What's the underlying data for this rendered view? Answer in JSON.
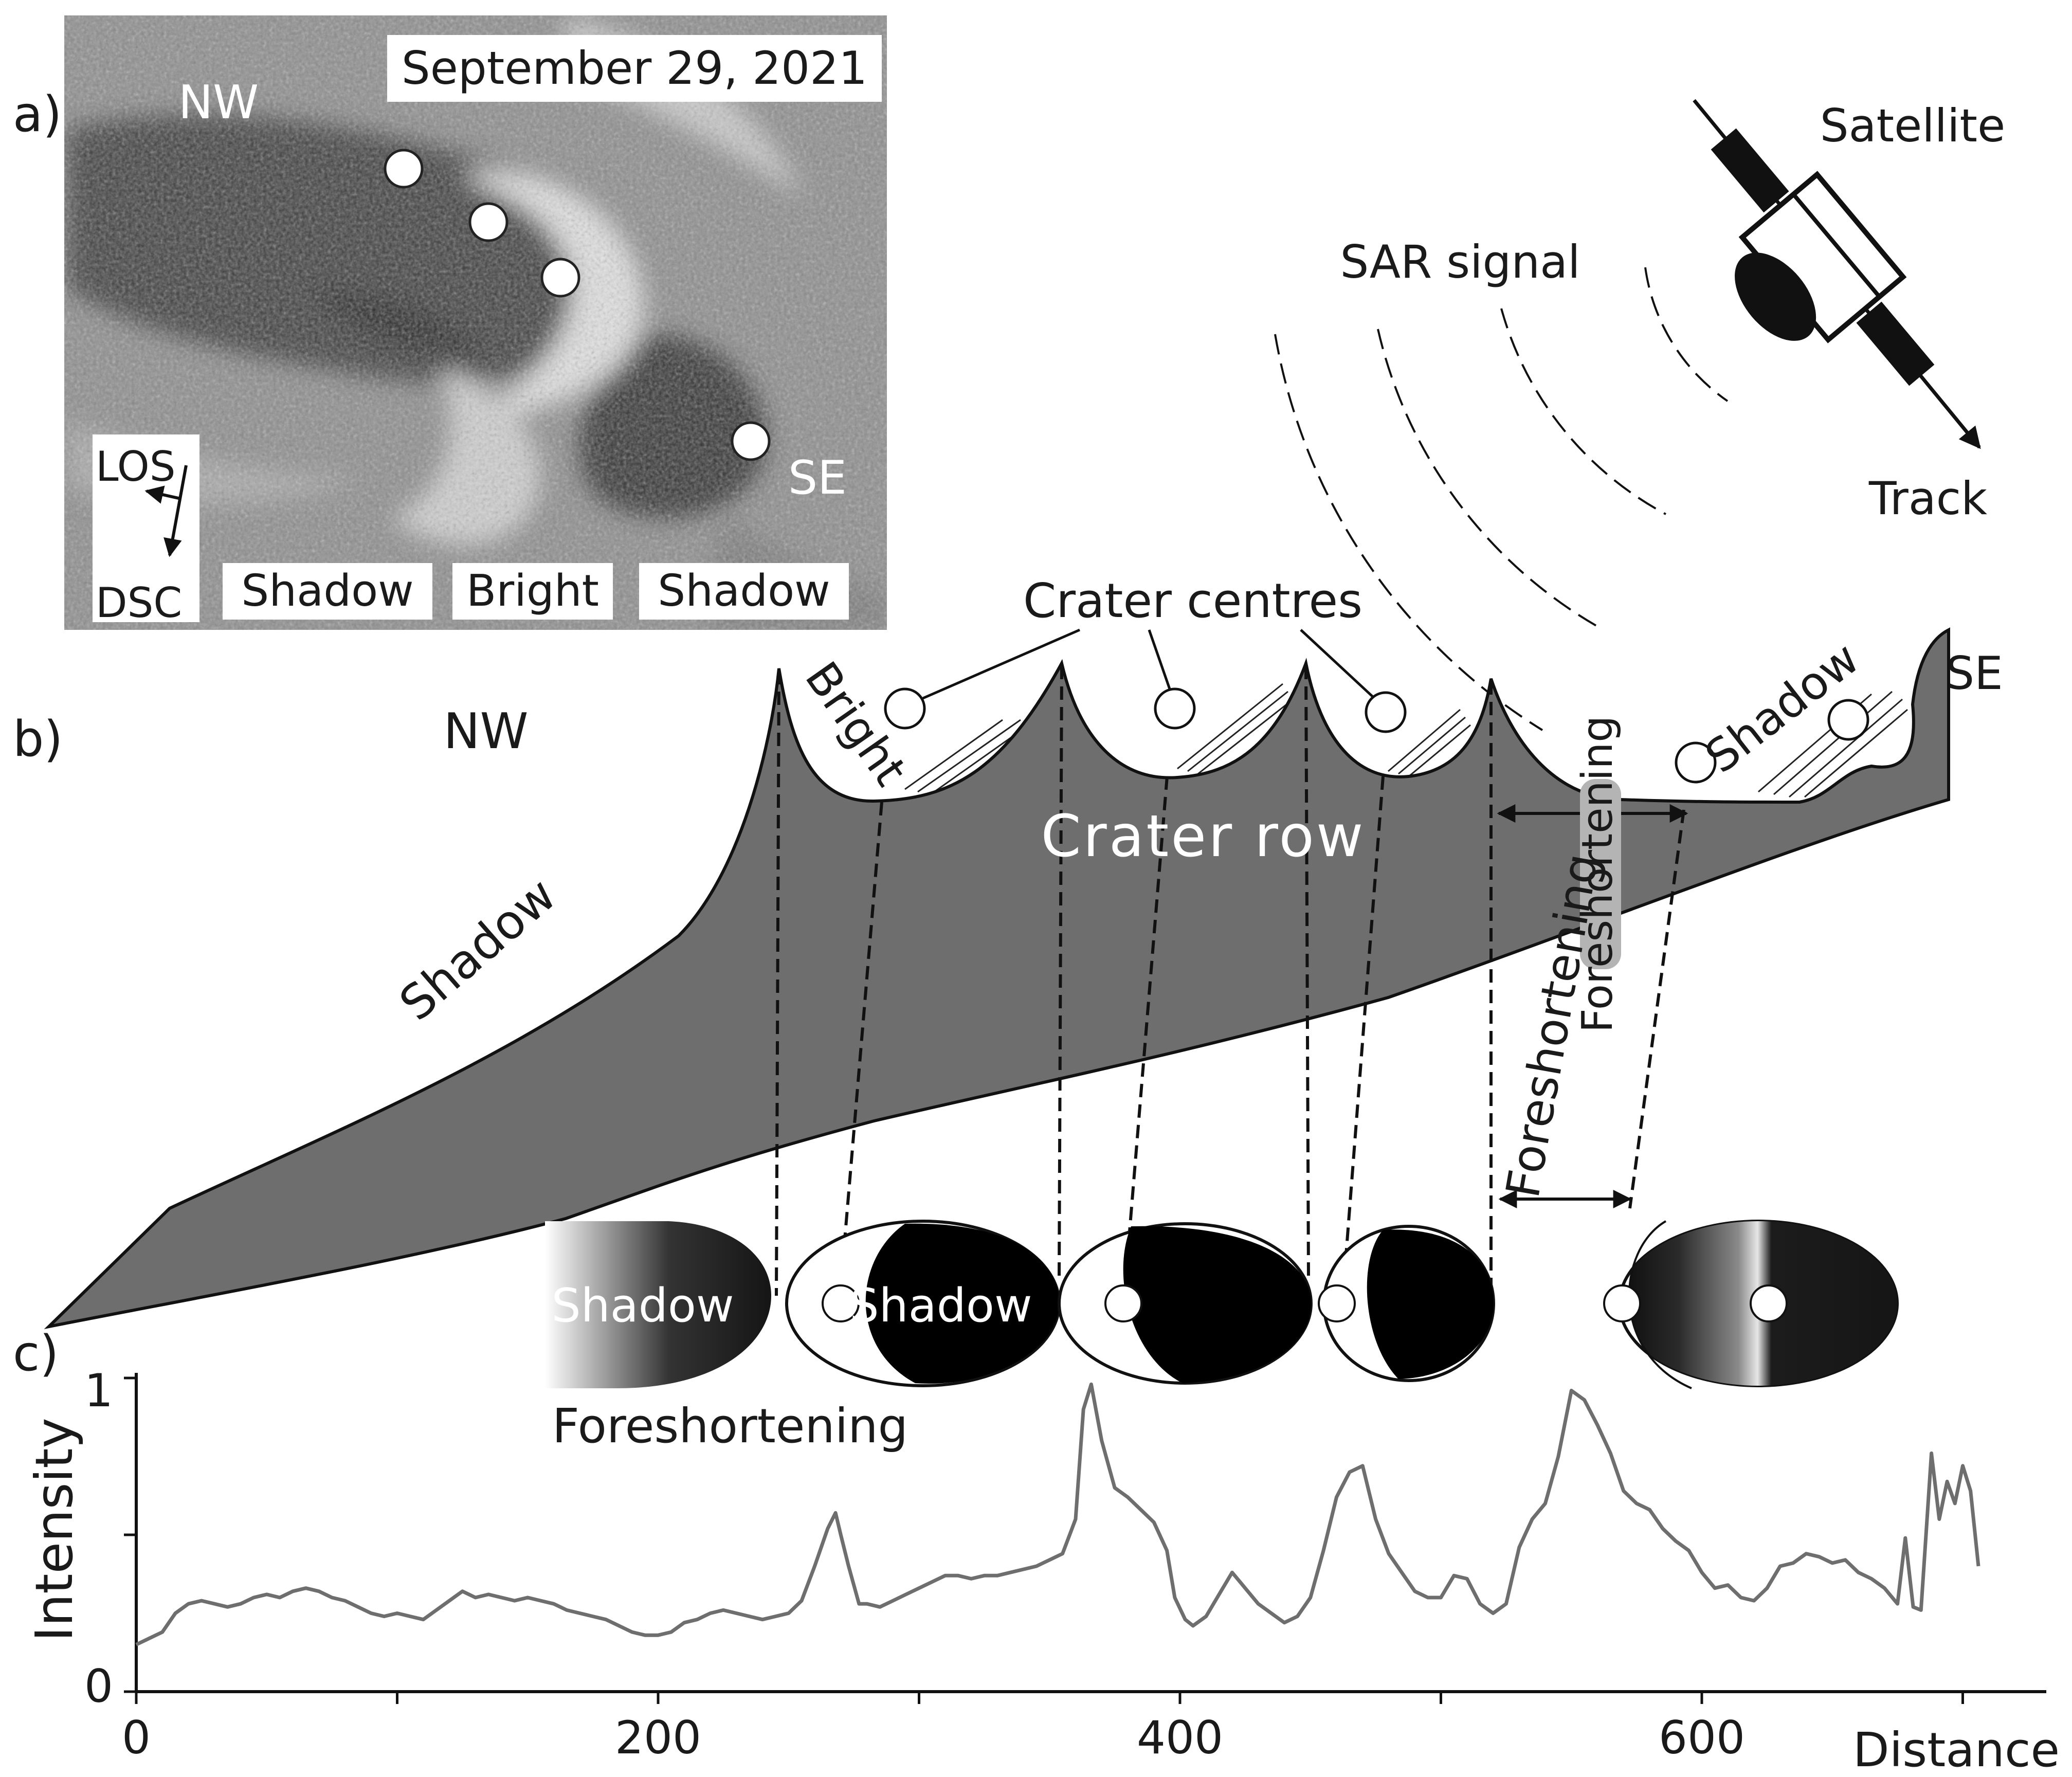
{
  "panel_a": {
    "label": "a)",
    "date": "September 29, 2021",
    "nw": "NW",
    "se": "SE",
    "los": "LOS",
    "dsc": "DSC",
    "strip": [
      "Shadow",
      "Bright",
      "Shadow"
    ]
  },
  "satellite": {
    "label": "Satellite",
    "signal": "SAR signal",
    "track": "Track"
  },
  "panel_b": {
    "label": "b)",
    "nw": "NW",
    "se": "SE",
    "crater_centres": "Crater centres",
    "crater_row": "Crater row",
    "shadow_slope": "Shadow",
    "bright": "Bright",
    "shadow_right": "Shadow",
    "foreshortening_upper": "Foreshortening",
    "foreshortening_lower": "Foreshortening",
    "ellipse_shadow_1": "Shadow",
    "ellipse_shadow_2": "Shadow",
    "foreshortening_bottom": "Foreshortening"
  },
  "panel_c": {
    "label": "c)",
    "ylabel": "Intensity",
    "xlabel": "Distance"
  },
  "chart_data": {
    "type": "line",
    "xlim": [
      0,
      700
    ],
    "ylim": [
      0,
      1
    ],
    "x_ticks": [
      0,
      200,
      400,
      600
    ],
    "y_ticks": [
      0,
      1
    ],
    "xlabel": "Distance",
    "ylabel": "Intensity",
    "grid": false,
    "series": [
      {
        "color": "#6e6e6e",
        "points": [
          [
            0,
            0.15
          ],
          [
            5,
            0.17
          ],
          [
            10,
            0.19
          ],
          [
            15,
            0.25
          ],
          [
            20,
            0.28
          ],
          [
            25,
            0.29
          ],
          [
            30,
            0.28
          ],
          [
            35,
            0.27
          ],
          [
            40,
            0.28
          ],
          [
            45,
            0.3
          ],
          [
            50,
            0.31
          ],
          [
            55,
            0.3
          ],
          [
            60,
            0.32
          ],
          [
            65,
            0.33
          ],
          [
            70,
            0.32
          ],
          [
            75,
            0.3
          ],
          [
            80,
            0.29
          ],
          [
            85,
            0.27
          ],
          [
            90,
            0.25
          ],
          [
            95,
            0.24
          ],
          [
            100,
            0.25
          ],
          [
            105,
            0.24
          ],
          [
            110,
            0.23
          ],
          [
            115,
            0.26
          ],
          [
            120,
            0.29
          ],
          [
            125,
            0.32
          ],
          [
            130,
            0.3
          ],
          [
            135,
            0.31
          ],
          [
            140,
            0.3
          ],
          [
            145,
            0.29
          ],
          [
            150,
            0.3
          ],
          [
            155,
            0.29
          ],
          [
            160,
            0.28
          ],
          [
            165,
            0.26
          ],
          [
            170,
            0.25
          ],
          [
            175,
            0.24
          ],
          [
            180,
            0.23
          ],
          [
            185,
            0.21
          ],
          [
            190,
            0.19
          ],
          [
            195,
            0.18
          ],
          [
            200,
            0.18
          ],
          [
            205,
            0.19
          ],
          [
            210,
            0.22
          ],
          [
            215,
            0.23
          ],
          [
            220,
            0.25
          ],
          [
            225,
            0.26
          ],
          [
            230,
            0.25
          ],
          [
            235,
            0.24
          ],
          [
            240,
            0.23
          ],
          [
            245,
            0.24
          ],
          [
            250,
            0.25
          ],
          [
            255,
            0.29
          ],
          [
            260,
            0.4
          ],
          [
            265,
            0.52
          ],
          [
            268,
            0.57
          ],
          [
            270,
            0.5
          ],
          [
            273,
            0.4
          ],
          [
            277,
            0.28
          ],
          [
            280,
            0.28
          ],
          [
            285,
            0.27
          ],
          [
            290,
            0.29
          ],
          [
            295,
            0.31
          ],
          [
            300,
            0.33
          ],
          [
            305,
            0.35
          ],
          [
            310,
            0.37
          ],
          [
            315,
            0.37
          ],
          [
            320,
            0.36
          ],
          [
            325,
            0.37
          ],
          [
            330,
            0.37
          ],
          [
            335,
            0.38
          ],
          [
            340,
            0.39
          ],
          [
            345,
            0.4
          ],
          [
            350,
            0.42
          ],
          [
            355,
            0.44
          ],
          [
            360,
            0.55
          ],
          [
            363,
            0.9
          ],
          [
            366,
            0.98
          ],
          [
            370,
            0.8
          ],
          [
            375,
            0.65
          ],
          [
            380,
            0.62
          ],
          [
            385,
            0.58
          ],
          [
            390,
            0.54
          ],
          [
            395,
            0.45
          ],
          [
            398,
            0.3
          ],
          [
            402,
            0.23
          ],
          [
            405,
            0.21
          ],
          [
            410,
            0.24
          ],
          [
            415,
            0.31
          ],
          [
            420,
            0.38
          ],
          [
            425,
            0.33
          ],
          [
            430,
            0.28
          ],
          [
            435,
            0.25
          ],
          [
            440,
            0.22
          ],
          [
            445,
            0.24
          ],
          [
            450,
            0.3
          ],
          [
            455,
            0.45
          ],
          [
            460,
            0.62
          ],
          [
            465,
            0.7
          ],
          [
            470,
            0.72
          ],
          [
            475,
            0.55
          ],
          [
            480,
            0.44
          ],
          [
            485,
            0.38
          ],
          [
            490,
            0.32
          ],
          [
            495,
            0.3
          ],
          [
            500,
            0.3
          ],
          [
            505,
            0.37
          ],
          [
            510,
            0.36
          ],
          [
            515,
            0.28
          ],
          [
            520,
            0.25
          ],
          [
            525,
            0.28
          ],
          [
            530,
            0.46
          ],
          [
            535,
            0.55
          ],
          [
            540,
            0.6
          ],
          [
            545,
            0.75
          ],
          [
            550,
            0.96
          ],
          [
            555,
            0.93
          ],
          [
            560,
            0.85
          ],
          [
            565,
            0.76
          ],
          [
            570,
            0.64
          ],
          [
            575,
            0.6
          ],
          [
            580,
            0.58
          ],
          [
            585,
            0.52
          ],
          [
            590,
            0.48
          ],
          [
            595,
            0.45
          ],
          [
            600,
            0.38
          ],
          [
            605,
            0.33
          ],
          [
            610,
            0.34
          ],
          [
            615,
            0.3
          ],
          [
            620,
            0.29
          ],
          [
            625,
            0.33
          ],
          [
            630,
            0.4
          ],
          [
            635,
            0.41
          ],
          [
            640,
            0.44
          ],
          [
            645,
            0.43
          ],
          [
            650,
            0.41
          ],
          [
            655,
            0.42
          ],
          [
            660,
            0.38
          ],
          [
            665,
            0.36
          ],
          [
            670,
            0.33
          ],
          [
            675,
            0.28
          ],
          [
            678,
            0.49
          ],
          [
            681,
            0.27
          ],
          [
            684,
            0.26
          ],
          [
            688,
            0.76
          ],
          [
            691,
            0.55
          ],
          [
            694,
            0.67
          ],
          [
            697,
            0.6
          ],
          [
            700,
            0.72
          ],
          [
            703,
            0.64
          ],
          [
            706,
            0.4
          ]
        ]
      }
    ]
  }
}
